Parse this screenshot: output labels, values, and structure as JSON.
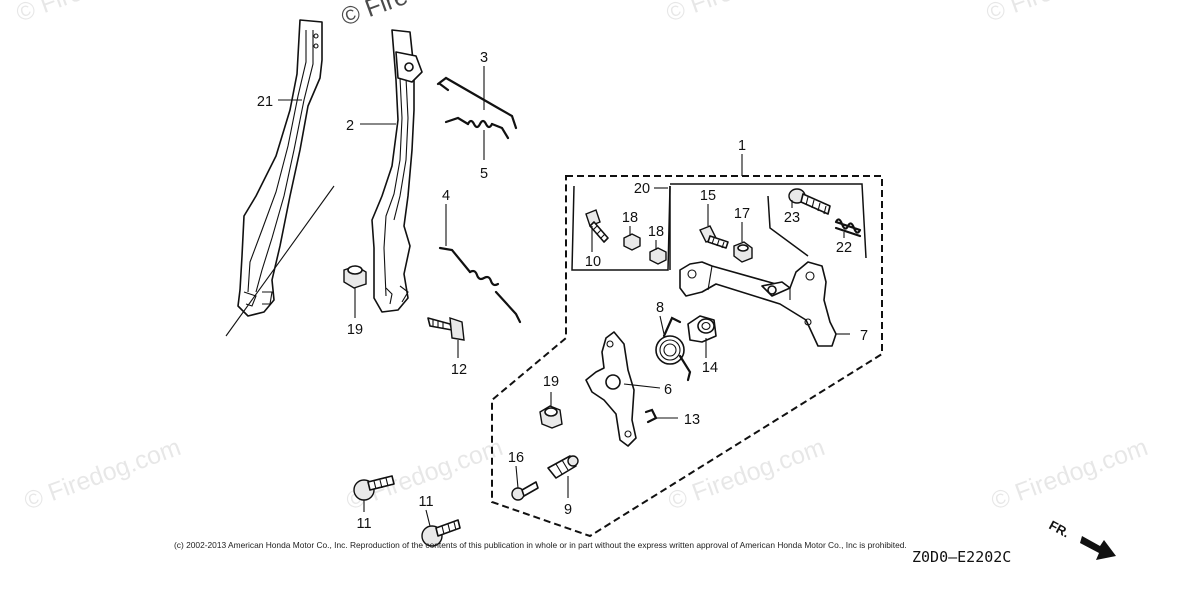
{
  "watermark": {
    "text": "© Firedog.com",
    "partial_text": "© Fire"
  },
  "callouts": [
    {
      "id": "1",
      "label": "1"
    },
    {
      "id": "2",
      "label": "2"
    },
    {
      "id": "3",
      "label": "3"
    },
    {
      "id": "4",
      "label": "4"
    },
    {
      "id": "5",
      "label": "5"
    },
    {
      "id": "6",
      "label": "6"
    },
    {
      "id": "7",
      "label": "7"
    },
    {
      "id": "8",
      "label": "8"
    },
    {
      "id": "9",
      "label": "9"
    },
    {
      "id": "10",
      "label": "10"
    },
    {
      "id": "11",
      "label": "11"
    },
    {
      "id": "12",
      "label": "12"
    },
    {
      "id": "13",
      "label": "13"
    },
    {
      "id": "14",
      "label": "14"
    },
    {
      "id": "15",
      "label": "15"
    },
    {
      "id": "16",
      "label": "16"
    },
    {
      "id": "17",
      "label": "17"
    },
    {
      "id": "18",
      "label": "18"
    },
    {
      "id": "19",
      "label": "19"
    },
    {
      "id": "20",
      "label": "20"
    },
    {
      "id": "21",
      "label": "21"
    },
    {
      "id": "22",
      "label": "22"
    },
    {
      "id": "23",
      "label": "23"
    }
  ],
  "copyright": "(c) 2002-2013 American Honda Motor Co., Inc. Reproduction of the contents of this publication in whole or in part without the express written approval of American Honda Motor Co., Inc is prohibited.",
  "diagram_code": "Z0D0—E2202C",
  "direction_label": "FR."
}
